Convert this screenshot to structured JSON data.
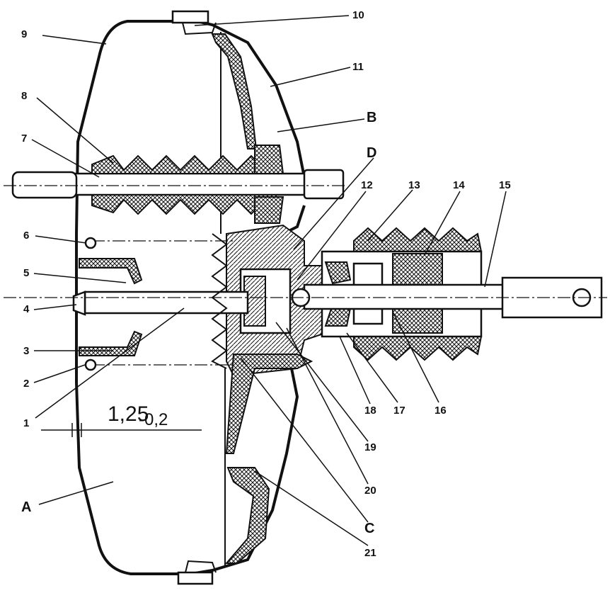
{
  "diagram": {
    "numbered_labels": [
      "1",
      "2",
      "3",
      "4",
      "5",
      "6",
      "7",
      "8",
      "9",
      "10",
      "11",
      "12",
      "13",
      "14",
      "15",
      "16",
      "17",
      "18",
      "19",
      "20",
      "21"
    ],
    "letter_labels": [
      "A",
      "B",
      "C",
      "D"
    ],
    "dimension": {
      "main": "1,25",
      "tolerance": "-0,2"
    }
  }
}
